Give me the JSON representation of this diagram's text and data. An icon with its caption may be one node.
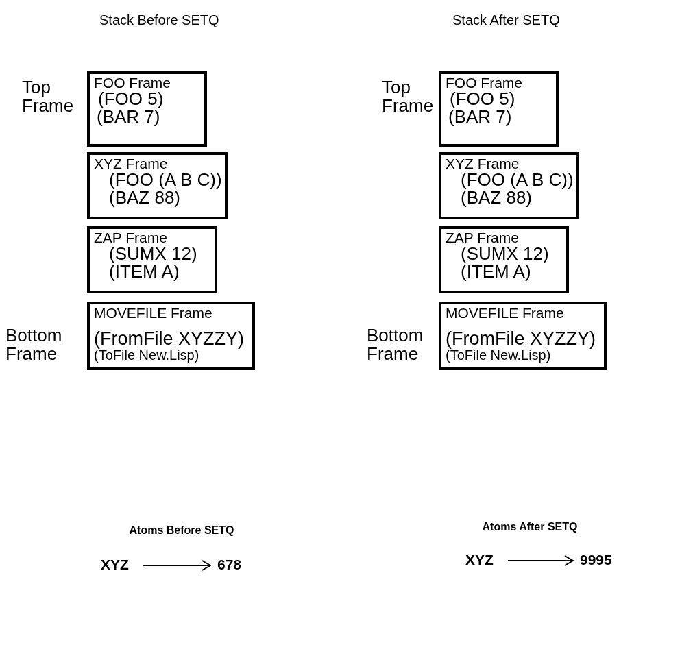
{
  "diagram": {
    "nodes": [
      {
        "text": [
          "FOO Frame",
          "(FOO 5)",
          "(BAR 7)"
        ],
        "beside": [
          "Top Frame"
        ]
      },
      {
        "text": [
          "XYZ Frame",
          "(FOO (A B C))",
          "(BAZ 88)"
        ]
      },
      {
        "text": [
          "ZAP Frame",
          "(SUMX 12)",
          "(ITEM A)"
        ]
      },
      {
        "text": [
          "MOVEFILE Frame",
          "(FromFile XYZZY)",
          "(ToFile New.Lisp)"
        ],
        "beside": [
          "Bottom Frame"
        ]
      },
      {
        "text": [
          "FOO Frame",
          "(FOO 5)",
          "(BAR 7)"
        ],
        "beside": [
          "Top Frame"
        ]
      },
      {
        "text": [
          "XYZ Frame",
          "(FOO (A B C))",
          "(BAZ 88)"
        ]
      },
      {
        "text": [
          "ZAP Frame",
          "(SUMX 12)",
          "(ITEM A)"
        ]
      },
      {
        "text": [
          "MOVEFILE Frame",
          "(FromFile XYZZY)",
          "(ToFile New.Lisp)"
        ],
        "beside": [
          "Bottom Frame"
        ]
      },
      {
        "text": [
          "XYZ"
        ]
      },
      {
        "text": [
          "678"
        ]
      },
      {
        "text": [
          "XYZ"
        ]
      },
      {
        "text": [
          "9995"
        ]
      }
    ],
    "edges": [
      {
        "from": 8,
        "to": 9,
        "arrow": "to"
      },
      {
        "from": 10,
        "to": 11,
        "arrow": "to"
      }
    ],
    "labels": [
      "Stack Before SETQ",
      "Stack After SETQ",
      "Atoms Before SETQ",
      "Atoms After SETQ"
    ]
  }
}
